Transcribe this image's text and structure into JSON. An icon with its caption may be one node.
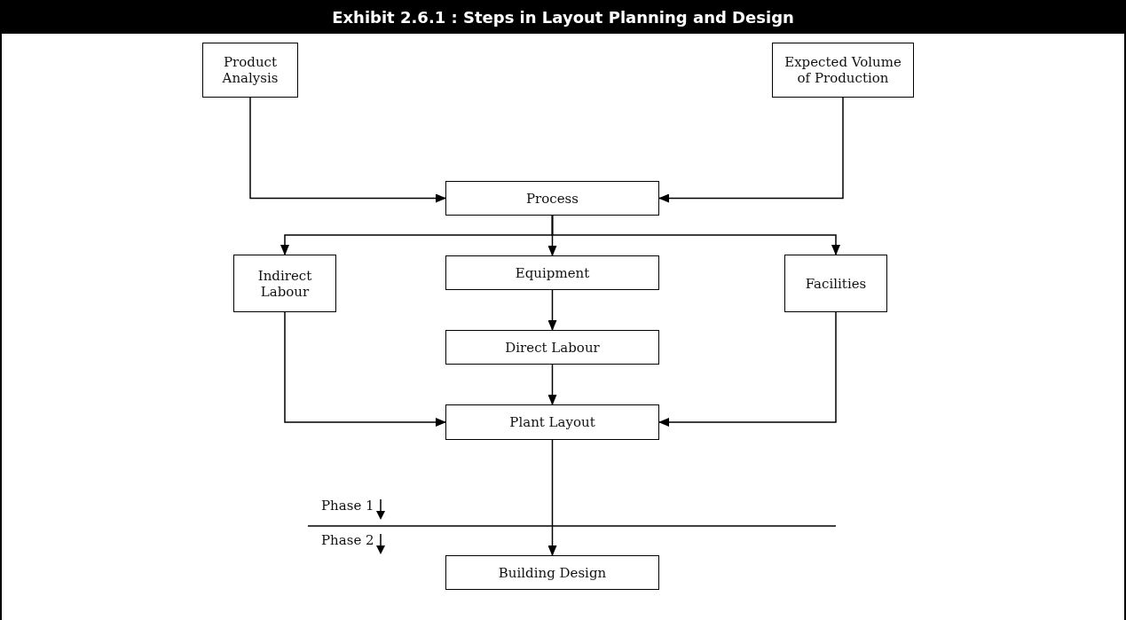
{
  "diagram": {
    "title": "Exhibit 2.6.1 : Steps in Layout Planning and Design",
    "nodes": [
      {
        "text": [
          "Product Analysis"
        ]
      },
      {
        "text": [
          "Expected Volume of Production"
        ]
      },
      {
        "text": [
          "Process"
        ]
      },
      {
        "text": [
          "Indirect Labour"
        ]
      },
      {
        "text": [
          "Equipment"
        ]
      },
      {
        "text": [
          "Facilities"
        ]
      },
      {
        "text": [
          "Direct Labour"
        ]
      },
      {
        "text": [
          "Plant Layout"
        ]
      },
      {
        "text": [
          "Building Design"
        ]
      }
    ],
    "edges": [
      {
        "from": 0,
        "to": 2,
        "arrow": "to"
      },
      {
        "from": 1,
        "to": 2,
        "arrow": "to"
      },
      {
        "from": 2,
        "to": 3,
        "arrow": "to"
      },
      {
        "from": 2,
        "to": 4,
        "arrow": "to"
      },
      {
        "from": 2,
        "to": 5,
        "arrow": "to"
      },
      {
        "from": 4,
        "to": 6,
        "arrow": "to"
      },
      {
        "from": 3,
        "to": 7,
        "arrow": "to"
      },
      {
        "from": 6,
        "to": 7,
        "arrow": "to"
      },
      {
        "from": 5,
        "to": 7,
        "arrow": "to"
      },
      {
        "from": 7,
        "to": 8,
        "arrow": "to"
      }
    ],
    "labels": [
      "Phase 1",
      "Phase 2"
    ]
  }
}
